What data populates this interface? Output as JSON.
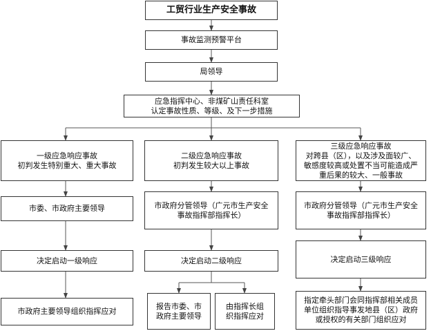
{
  "title": "工贸行业生产安全事故",
  "platform": "事故监测预警平台",
  "bureau": "局领导",
  "center": {
    "line1": "应急指挥中心、非煤矿山责任科室",
    "line2": "认定事故性质、等级、及下一步措施"
  },
  "level1": {
    "head_line1": "一级应急响应事故",
    "head_line2": "初判发生特别重大、重大事故",
    "leader": "市委、市政府主要领导",
    "decide": "决定启动一级响应",
    "action": "市政府主要领导组织指挥应对"
  },
  "level2": {
    "head_line1": "二级应急响应事故",
    "head_line2": "初判发生较大以上事故",
    "leader_line1": "市政府分管领导（广元市生产安全",
    "leader_line2": "事故指挥部指挥长）",
    "decide": "决定启动二级响应",
    "report_line1": "报告市委、市",
    "report_line2": "政府主要领导",
    "command_line1": "由指挥长组",
    "command_line2": "织指挥应对"
  },
  "level3": {
    "head_line1": "三级应急响应事故",
    "head_line2": "对跨县（区），以及涉及面较广、",
    "head_line3": "敏感度较高或处置不当可能造成严",
    "head_line4": "重后果的较大、一般事故",
    "leader_line1": "市政府分管领导（广元市生产安全",
    "leader_line2": "事故指挥部指挥长）",
    "decide": "决定启动三级响应",
    "action_line1": "指定牵头部门会同指挥部相关成员",
    "action_line2": "单位组织指导事发地县（区）政府",
    "action_line3": "或授权的有关部门组织应对"
  }
}
